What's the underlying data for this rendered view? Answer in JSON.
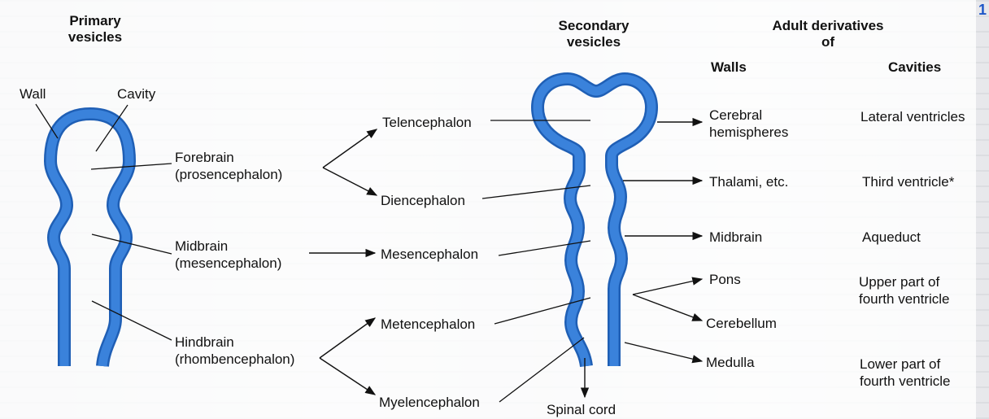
{
  "colors": {
    "tube": "#3a82db",
    "tube_edge": "#1f5fb5",
    "lines": "#111111",
    "corner": "#1e57c8"
  },
  "corner_mark": "1",
  "headers": {
    "primary": [
      "Primary",
      "vesicles"
    ],
    "secondary": [
      "Secondary",
      "vesicles"
    ],
    "adult": [
      "Adult derivatives",
      "of"
    ],
    "walls": "Walls",
    "cavities": "Cavities"
  },
  "primary_tube": {
    "wall": "Wall",
    "cavity": "Cavity"
  },
  "primary_vesicles": {
    "forebrain": [
      "Forebrain",
      "(prosencephalon)"
    ],
    "midbrain": [
      "Midbrain",
      "(mesencephalon)"
    ],
    "hindbrain": [
      "Hindbrain",
      "(rhombencephalon)"
    ]
  },
  "secondary_vesicles": {
    "telencephalon": "Telencephalon",
    "diencephalon": "Diencephalon",
    "mesencephalon": "Mesencephalon",
    "metencephalon": "Metencephalon",
    "myelencephalon": "Myelencephalon",
    "spinal_cord": "Spinal cord"
  },
  "walls": {
    "cerebral": [
      "Cerebral",
      "hemispheres"
    ],
    "thalami": "Thalami, etc.",
    "midbrain": "Midbrain",
    "pons": "Pons",
    "cerebellum": "Cerebellum",
    "medulla": "Medulla"
  },
  "cavities": {
    "lateral": "Lateral ventricles",
    "third": "Third ventricle*",
    "aqueduct": "Aqueduct",
    "upper_fourth": [
      "Upper part of",
      "fourth ventricle"
    ],
    "lower_fourth": [
      "Lower part of",
      "fourth ventricle"
    ]
  }
}
